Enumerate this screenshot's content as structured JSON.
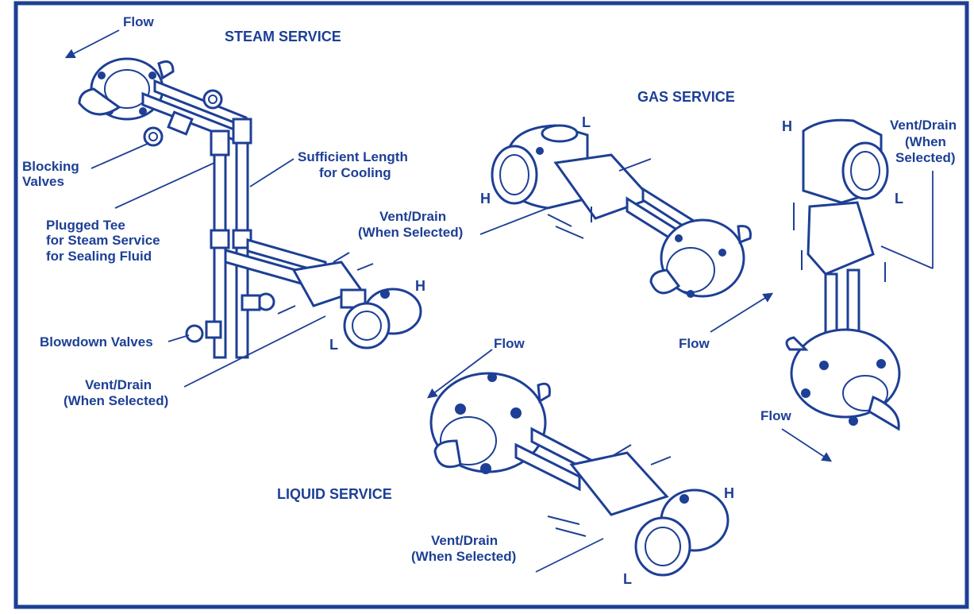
{
  "colors": {
    "ink": "#1d3f95",
    "background": "#ffffff"
  },
  "steam": {
    "title": "STEAM SERVICE",
    "flow": "Flow",
    "blocking_1": "Blocking",
    "blocking_2": "Valves",
    "cooling_1": "Sufficient Length",
    "cooling_2": "for Cooling",
    "tee_1": "Plugged Tee",
    "tee_2": "for Steam Service",
    "tee_3": "for Sealing Fluid",
    "blowdown": "Blowdown Valves",
    "high": "H",
    "low": "L",
    "vent_1": "Vent/Drain",
    "vent_2": "(When Selected)"
  },
  "gas": {
    "title": "GAS SERVICE",
    "low_left": "L",
    "high_left": "H",
    "vent_left_1": "Vent/Drain",
    "vent_left_2": "(When Selected)",
    "high_right": "H",
    "low_right": "L",
    "vent_right_1": "Vent/Drain",
    "vent_right_2": "(When",
    "vent_right_3": "Selected)",
    "flow_up": "Flow",
    "flow_down": "Flow"
  },
  "liquid": {
    "title": "LIQUID SERVICE",
    "flow": "Flow",
    "high": "H",
    "low": "L",
    "vent_1": "Vent/Drain",
    "vent_2": "(When Selected)"
  }
}
